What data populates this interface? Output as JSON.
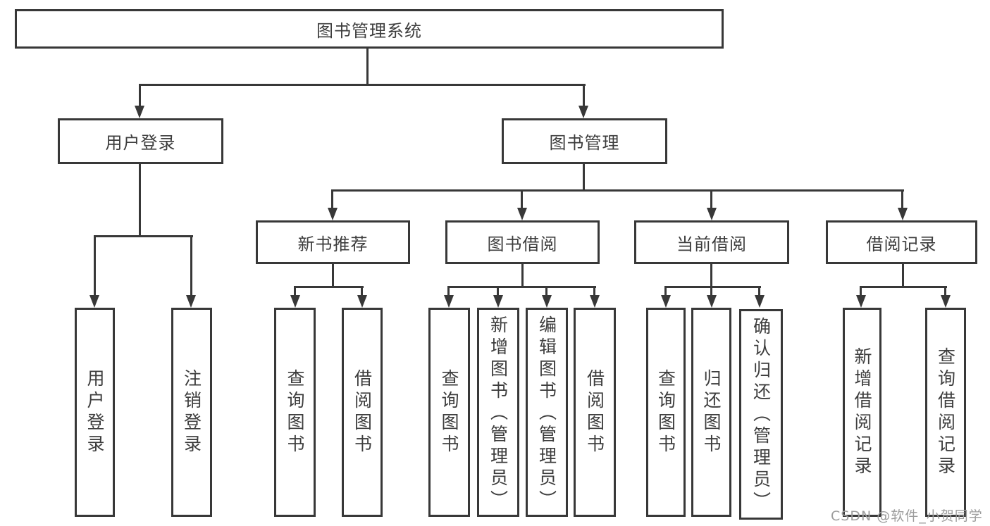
{
  "diagram": {
    "title": "图书管理系统",
    "branches": [
      {
        "label": "用户登录",
        "children": [
          {
            "label": "用户登录"
          },
          {
            "label": "注销登录"
          }
        ]
      },
      {
        "label": "图书管理",
        "children": [
          {
            "label": "新书推荐",
            "children": [
              {
                "label": "查询图书"
              },
              {
                "label": "借阅图书"
              }
            ]
          },
          {
            "label": "图书借阅",
            "children": [
              {
                "label": "查询图书"
              },
              {
                "label": "新增图书（管理员）"
              },
              {
                "label": "编辑图书（管理员）"
              },
              {
                "label": "借阅图书"
              }
            ]
          },
          {
            "label": "当前借阅",
            "children": [
              {
                "label": "查询图书"
              },
              {
                "label": "归还图书"
              },
              {
                "label": "确认归还（管理员）"
              }
            ]
          },
          {
            "label": "借阅记录",
            "children": [
              {
                "label": "新增借阅记录"
              },
              {
                "label": "查询借阅记录"
              }
            ]
          }
        ]
      }
    ]
  },
  "watermark": {
    "text": "CSDN @软件_小贺同学",
    "color": "#9c9c9c"
  },
  "colors": {
    "line": "#383838",
    "text": "#3d3d3d",
    "background": "#ffffff"
  }
}
